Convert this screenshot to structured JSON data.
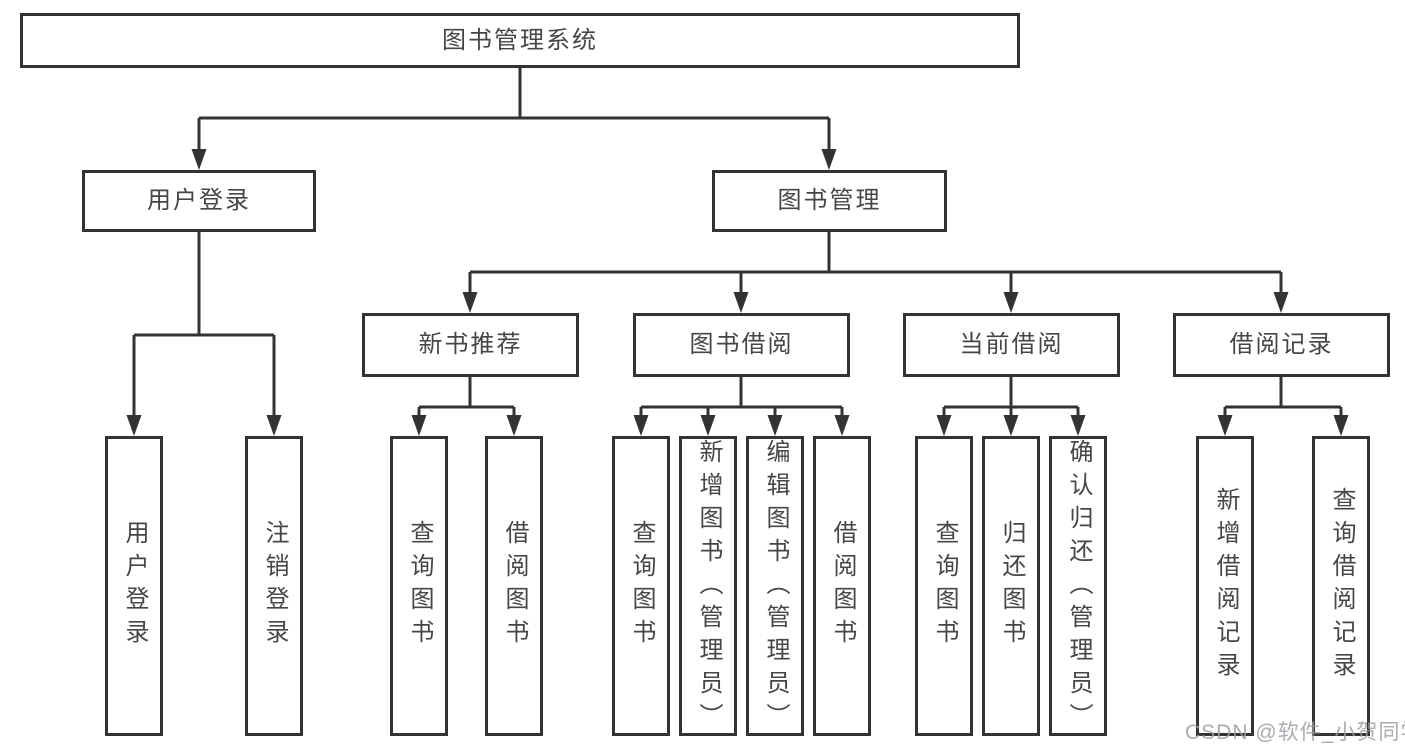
{
  "colors": {
    "line": "#333333",
    "box_border": "#333333",
    "box_background": "#ffffff",
    "text": "#464646",
    "watermark": "#9a9ea3",
    "page_background": "#ffffff"
  },
  "diagram": {
    "root": "图书管理系统",
    "level2": {
      "user_login": "用户登录",
      "book_management": "图书管理"
    },
    "level3": {
      "new_book": "新书推荐",
      "book_borrow": "图书借阅",
      "current_borrow": "当前借阅",
      "borrow_record": "借阅记录"
    },
    "leaves": {
      "user_login": [
        "用户登录",
        "注销登录"
      ],
      "new_book": [
        "查询图书",
        "借阅图书"
      ],
      "book_borrow": [
        "查询图书",
        "新增图书（管理员）",
        "编辑图书（管理员）",
        "借阅图书"
      ],
      "current_borrow": [
        "查询图书",
        "归还图书",
        "确认归还（管理员）"
      ],
      "borrow_record": [
        "新增借阅记录",
        "查询借阅记录"
      ]
    }
  },
  "watermark": "CSDN @软件_小贺同学"
}
